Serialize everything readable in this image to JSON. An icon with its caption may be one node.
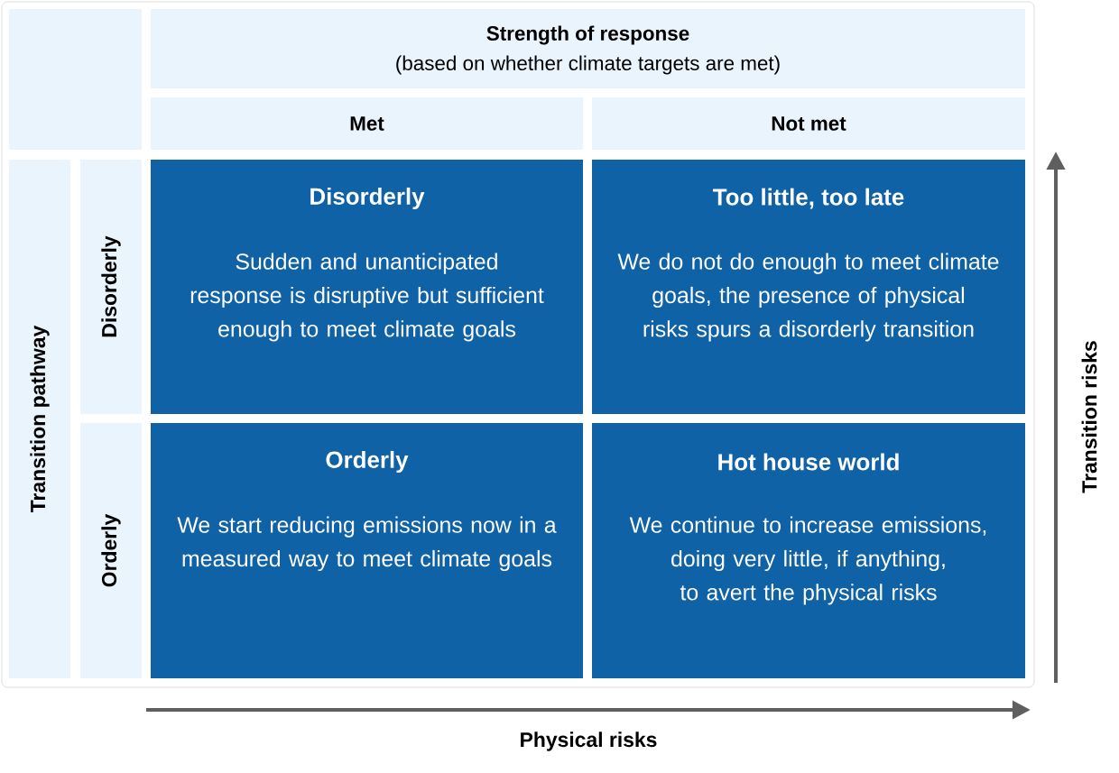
{
  "diagram": {
    "nodes": [
      {
        "text": [],
        "shape": "box"
      },
      {
        "text": [
          "Strength of response",
          "(based on whether climate targets are met)"
        ]
      },
      {
        "text": [
          "Met"
        ]
      },
      {
        "text": [
          "Not met"
        ]
      },
      {
        "text": [
          "Transition pathway"
        ]
      },
      {
        "text": [
          "Disorderly"
        ]
      },
      {
        "text": [
          "Disorderly",
          "Sudden and unanticipated response is disruptive but sufficient enough to meet climate goals"
        ]
      },
      {
        "text": [
          "Too little, too late",
          "We do not do enough to meet climate goals, the presence of physical risks spurs a disorderly transition"
        ]
      },
      {
        "text": [
          "Orderly"
        ]
      },
      {
        "text": [
          "Orderly",
          "We start reducing emissions now in a measured way to meet climate goals"
        ]
      },
      {
        "text": [
          "Hot house world",
          "We continue to increase emissions, doing very little, if anything, to avert the physical risks"
        ]
      }
    ],
    "labels": [
      "Physical risks",
      "Transition risks"
    ]
  }
}
